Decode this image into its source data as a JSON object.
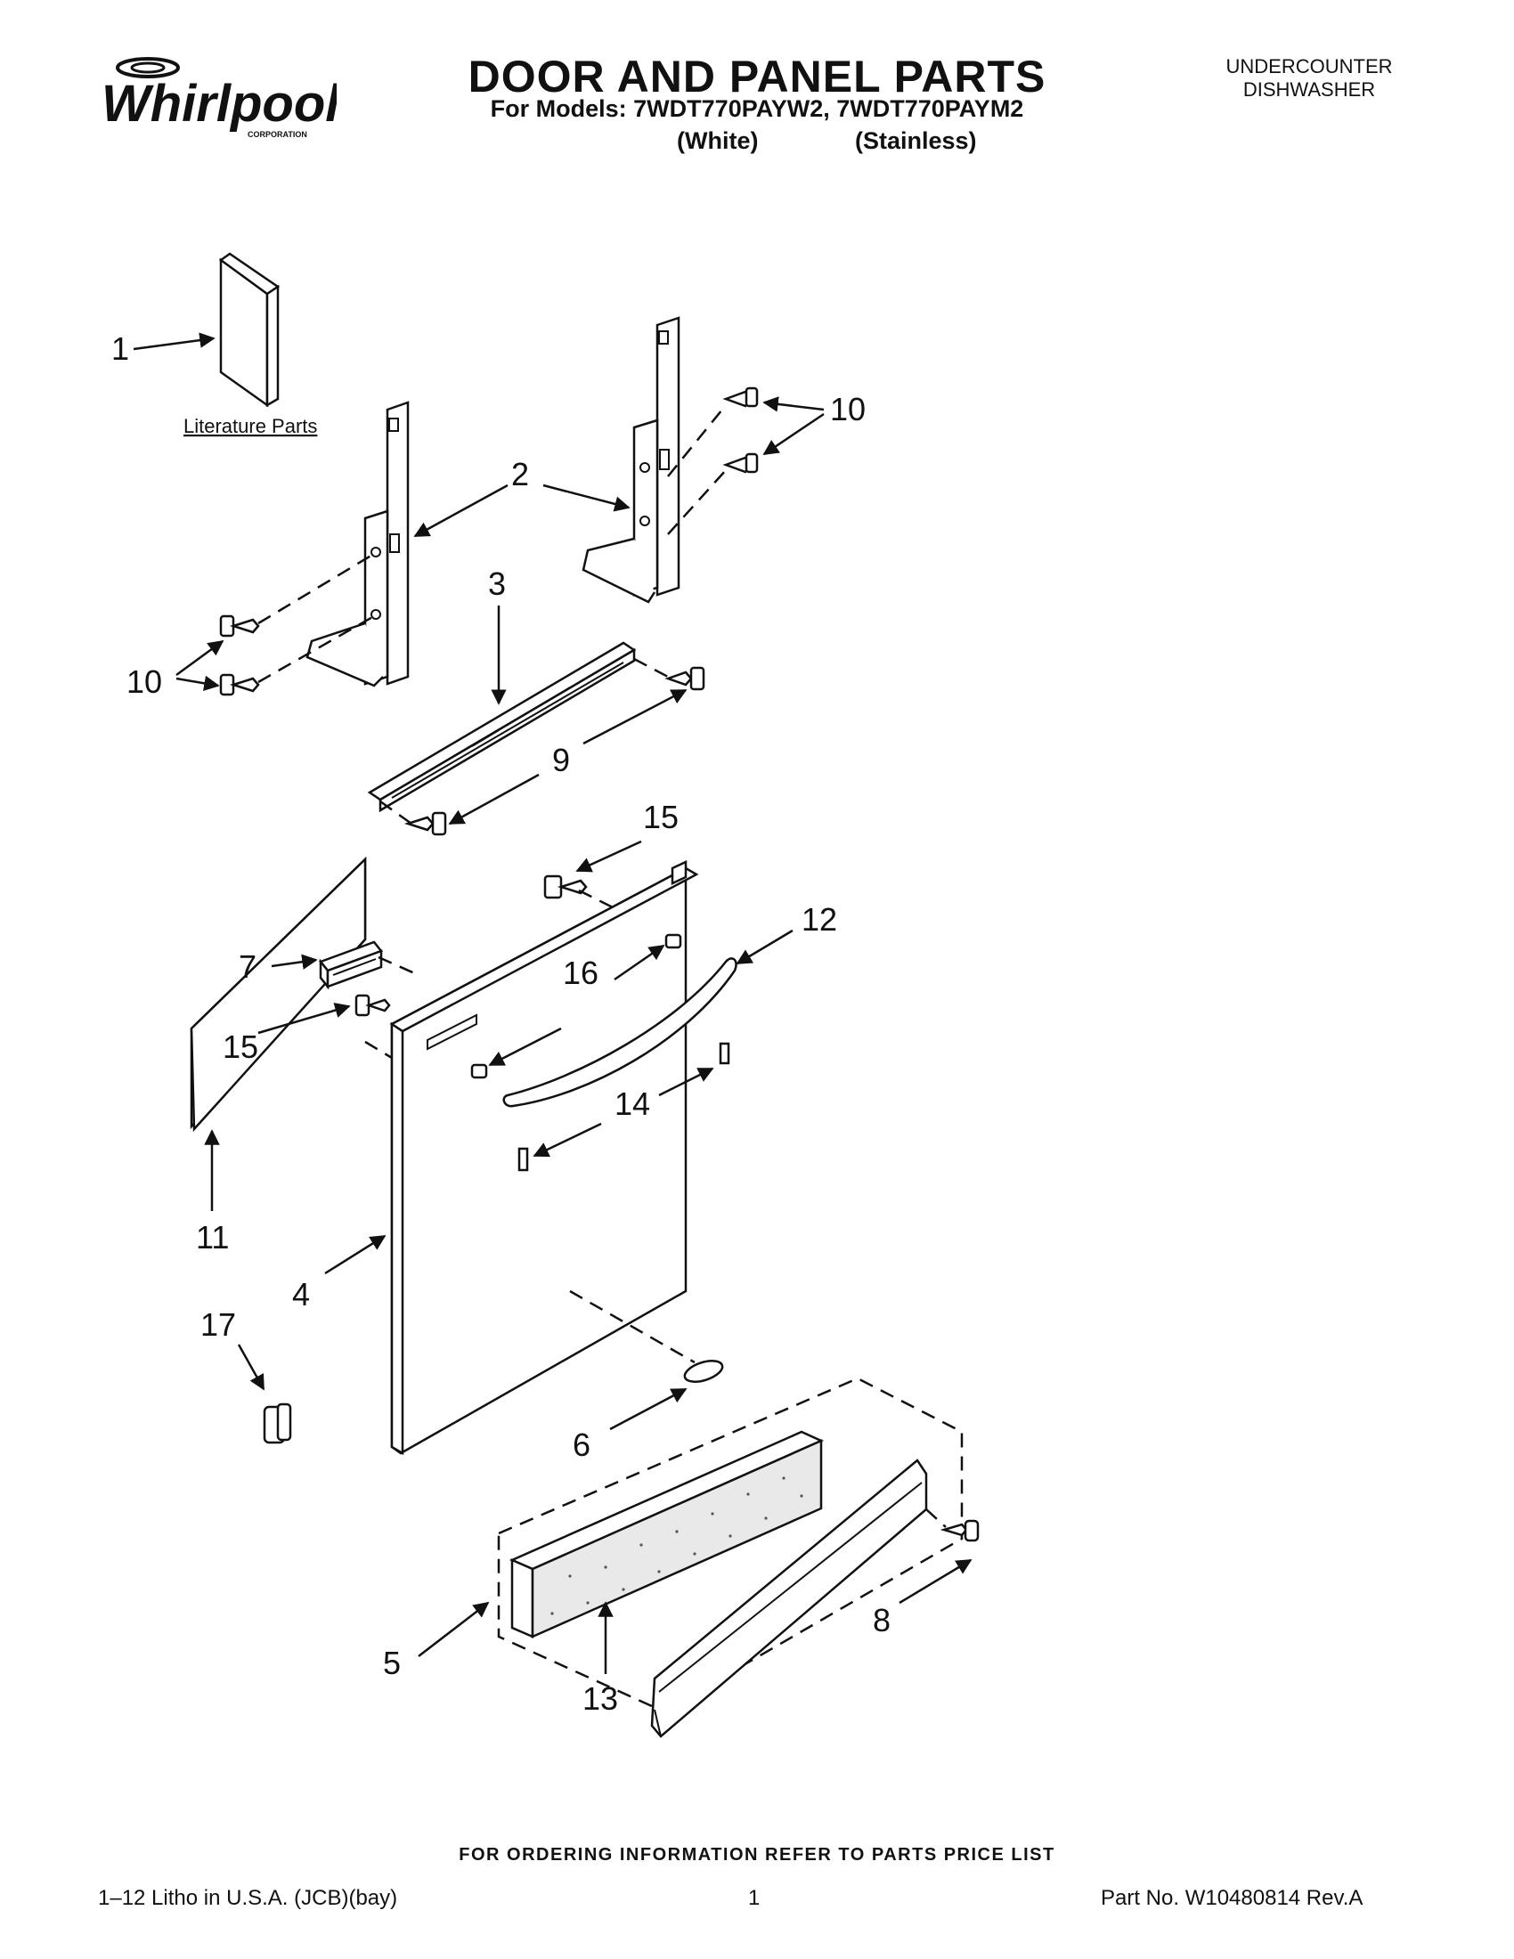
{
  "header": {
    "brand": "Whirlpool",
    "brand_sub": "CORPORATION",
    "title": "DOOR AND PANEL PARTS",
    "models": "For Models: 7WDT770PAYW2, 7WDT770PAYM2",
    "variant_white": "(White)",
    "variant_stainless": "(Stainless)",
    "category_line1": "UNDERCOUNTER",
    "category_line2": "DISHWASHER"
  },
  "diagram": {
    "literature_label": "Literature Parts",
    "callouts": {
      "c1": "1",
      "c2": "2",
      "c3": "3",
      "c4": "4",
      "c5": "5",
      "c6": "6",
      "c7": "7",
      "c8": "8",
      "c9": "9",
      "c10a": "10",
      "c10b": "10",
      "c11": "11",
      "c12": "12",
      "c13": "13",
      "c14": "14",
      "c15a": "15",
      "c15b": "15",
      "c16": "16",
      "c17": "17"
    }
  },
  "footer": {
    "ordering_note": "FOR ORDERING INFORMATION REFER TO PARTS PRICE LIST",
    "litho": "1–12 Litho in U.S.A. (JCB)(bay)",
    "page": "1",
    "part_no": "Part No. W10480814 Rev.A"
  }
}
